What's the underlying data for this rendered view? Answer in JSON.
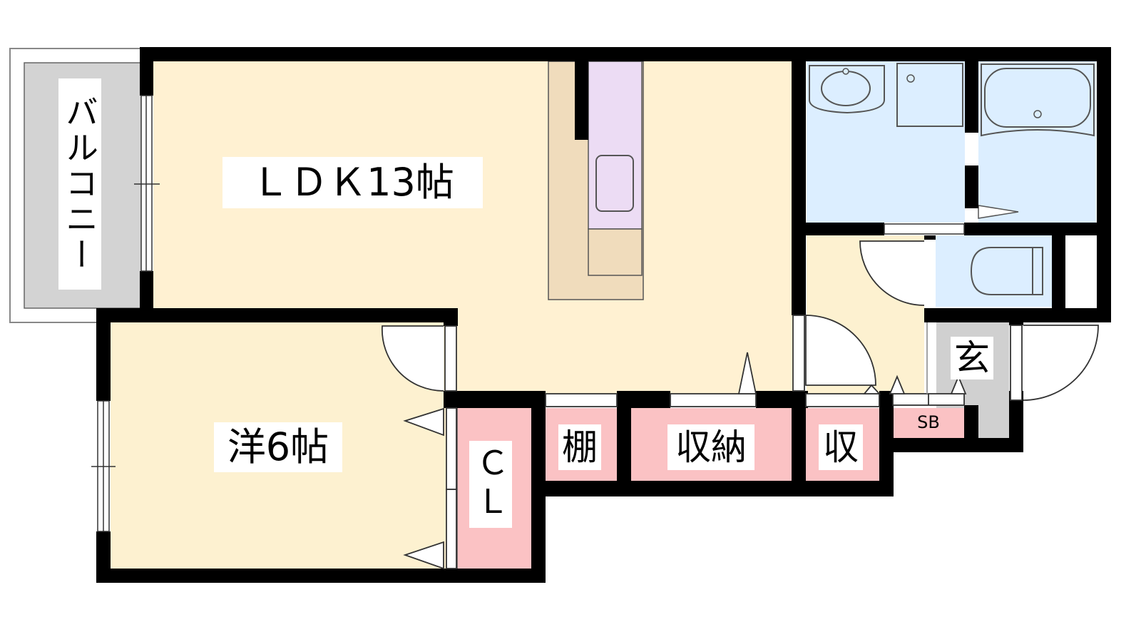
{
  "floor_plan": {
    "colors": {
      "wall": "#000000",
      "living": "#fff1d2",
      "bedroom": "#fdf1d0",
      "kitchen_counter": "#f0dcbc",
      "kitchen_appliance": "#ecdcf4",
      "wet_area": "#dceeff",
      "storage": "#fbc2c4",
      "balcony": "#d3d3d3",
      "entrance_floor": "#d0d0d0"
    },
    "rooms": {
      "balcony": "バルコニー",
      "ldk": "ＬＤＫ13帖",
      "western_room": "洋6帖",
      "closet": "ＣＬ",
      "shelf": "棚",
      "storage": "収納",
      "small_storage": "収",
      "entrance": "玄",
      "shoe_box": "SB"
    }
  }
}
